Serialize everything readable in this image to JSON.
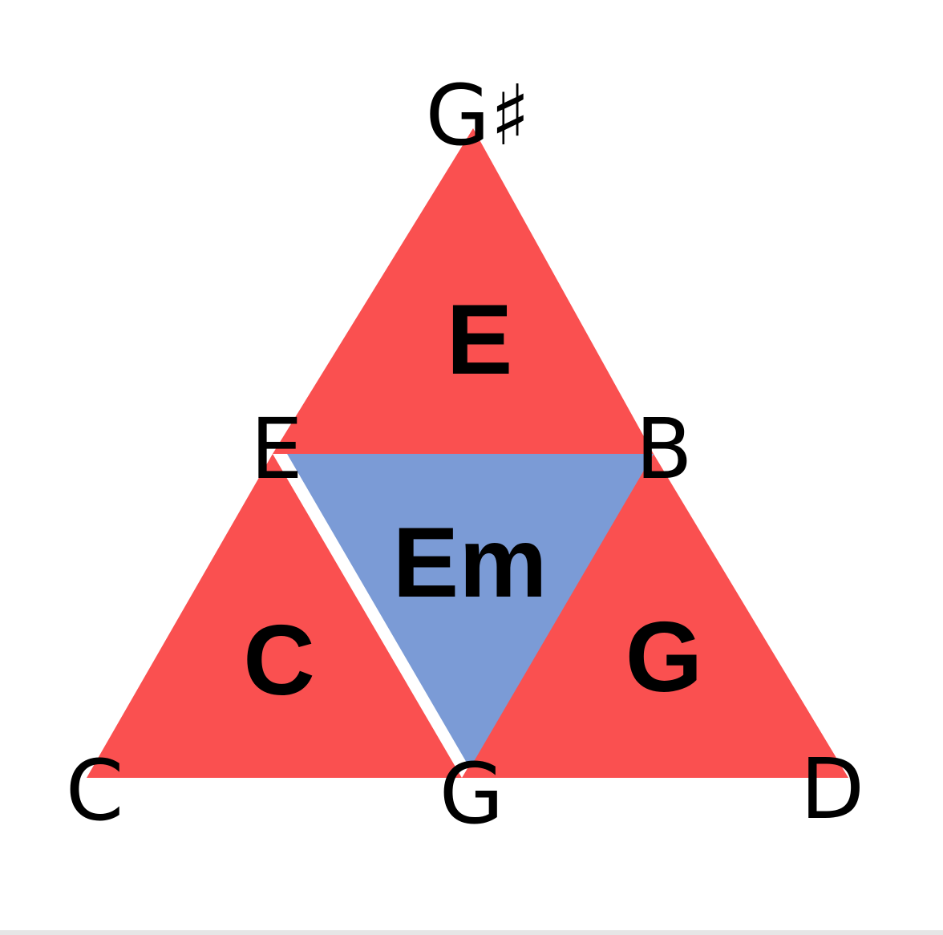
{
  "colors": {
    "major": "#fa5050",
    "minor": "#7b9bd6",
    "text": "#000000",
    "background": "#ffffff"
  },
  "notes": {
    "top": "G♯",
    "mid_left": "E",
    "mid_right": "B",
    "bottom_left": "C",
    "bottom_center": "G",
    "bottom_right": "D"
  },
  "chords": {
    "top": "E",
    "center": "Em",
    "left": "C",
    "right": "G"
  }
}
